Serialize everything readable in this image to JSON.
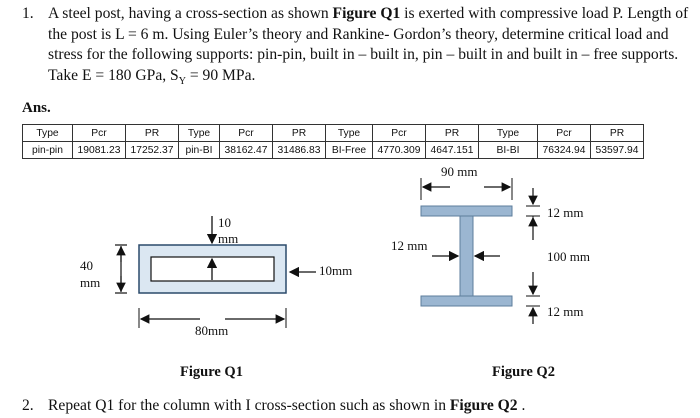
{
  "question1": {
    "number": "1.",
    "parts": [
      {
        "t": "A steel post, having a cross-section as shown ",
        "b": false
      },
      {
        "t": "Figure Q1",
        "b": true
      },
      {
        "t": " is exerted with compressive load P. Length of the post is L = 6 m. Using Euler’s theory and Rankine- Gordon’s theory, determine critical load and stress for the following supports: pin-pin,  built in – built in, pin – built in and built in – free supports. Take E = 180 GPa, S",
        "b": false
      },
      {
        "t": "Y",
        "b": false,
        "sub": true
      },
      {
        "t": " = 90 MPa.",
        "b": false
      }
    ]
  },
  "answer_label": "Ans.",
  "results_table": {
    "header": [
      "Type",
      "Pcr",
      "PR",
      "Type",
      "Pcr",
      "PR",
      "Type",
      "Pcr",
      "PR",
      "Type",
      "Pcr",
      "PR"
    ],
    "row": [
      "pin-pin",
      "19081.23",
      "17252.37",
      "pin-BI",
      "38162.47",
      "31486.83",
      "BI-Free",
      "4770.309",
      "4647.151",
      "BI-BI",
      "76324.94",
      "53597.94"
    ]
  },
  "figure_q1": {
    "caption": "Figure Q1",
    "dim_top_value": "10",
    "dim_top_unit": "mm",
    "dim_left_value": "40",
    "dim_left_unit": "mm",
    "dim_right": "10mm",
    "dim_bottom": "80mm"
  },
  "figure_q2": {
    "caption": "Figure Q2",
    "dim_top": "90 mm",
    "dim_flange_top": "12 mm",
    "dim_web": "12 mm",
    "dim_height": "100 mm",
    "dim_flange_bottom": "12 mm"
  },
  "question2": {
    "number": "2.",
    "text": "Repeat Q1 for the column with I cross-section such as shown in ",
    "figure_ref": "Figure Q2",
    "end": " ."
  }
}
